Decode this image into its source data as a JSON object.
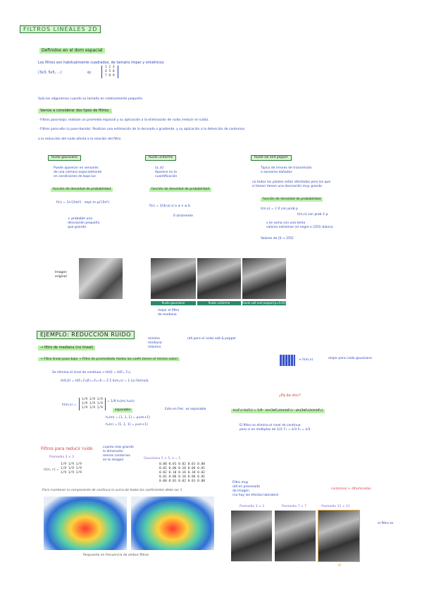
{
  "title": "FILTROS LINEALES 2D",
  "section1": {
    "heading": "Definidos en el dom espacial",
    "line1": "Los filtros son habitualmente cuadrados, de tamaño impar y simétricos",
    "sizes": "(3x3, 5x5, ...)",
    "ej": "ej:",
    "matrix": [
      "1  2  3",
      "4  5  6",
      "7  8  9"
    ],
    "note": "Solo los aligeramos cuando su tamaño es relativamente pequeño.",
    "types_heading": "Vamos a considerar dos tipos de filtros:",
    "type1": "- Filtros paso-bajo: realizan un promedio espacial y su aplicación a la eliminación de ruido (reducir el ruido).",
    "type2": "- Filtros paso-alto (o paso-banda): Realizan una estimación de la derivada o gradiente, y su aplicación a la detección de contornos",
    "type3": "o la reducción del ruido afecta a la relación del filtro"
  },
  "noise": {
    "gauss": {
      "label": "Ruido gaussiano",
      "desc": [
        "Puede aparecer en sensores",
        "de una cámara especialmente",
        "en condiciones de baja luz."
      ],
      "func": "función de densidad de probabilidad",
      "formula": "f(n) = 1/√(2πσ²) · exp(-(n-μ)²/2σ²)",
      "extra": [
        "+ probable una",
        "desviación pequeña",
        "que grande."
      ]
    },
    "uniform": {
      "label": "Ruido uniforme",
      "desc": [
        "[a, b]",
        "Aparece en la",
        "cuantificación"
      ],
      "func": "función de densidad de probabilidad",
      "formula1": "f(n) = 1/(b-a)   si a ≤ n ≤ b",
      "formula2": "0   otramente"
    },
    "salt": {
      "label": "Ruido sal and pepper",
      "desc": [
        "Típico de errores de transmisión",
        "o sensores dañados"
      ],
      "note": [
        "no todos los píxeles están afectados pero los que",
        "sí tienen tienen una desviación muy grande"
      ],
      "func": "función de densidad de probabilidad",
      "formula1": "I(m,n) = { 0   con prob p",
      "formula2": "I(m,n)   con prob 1-p",
      "extra": [
        "s se suma con una toma",
        "valores extremos (el negro o (255) blanco."
      ],
      "range": "Valores de [0 → 255]"
    }
  },
  "images": {
    "original_label": [
      "Imagen",
      "original"
    ],
    "captions": [
      "Ruido gaussiano",
      "Ruido uniforme",
      "Ruido salt and pepper(p=0.05)"
    ],
    "below": [
      "mejor el filtro",
      "de mediana"
    ]
  },
  "section2": {
    "heading": "EJEMPLO: REDUCCIÓN RUIDO",
    "medians": [
      "mínimo",
      "mediana",
      "máximo"
    ],
    "median_filter": "→ filtro de mediana (no lineal)",
    "median_note": "útil para el ruido salt & pepper",
    "lowpass": "→ Filtro lineal paso-bajo → Filtro de promediado (todos los coefs tienen el mismo valor)",
    "lowpass_eq": "≈ h(m,n)",
    "lowpass_note": "mejor para ruido gaussiano",
    "dc_note": "Se elimina el nivel de continua → H(0) = H(F₁, F₂).",
    "dc_formula": "H(0,0) = H(F₁,F₂)|F₁=F₂=0 = Σ Σ h(m,n) = 1  La Fórmula",
    "h_matrix": [
      "1/9  1/9  1/9",
      "1/9  1/9  1/9",
      "1/9  1/9  1/9"
    ],
    "h_label": "h(m,n) =",
    "h_sum": "= 1/9 h₁(m) h₂(n)",
    "separable": "separable",
    "sep_note": "Esto en frec. es separable",
    "h1": "h₁(m) = [1, 1, 1] = p₃(m+1)",
    "h2": "h₂(n) = [1, 1, 1] = p₃(n+1)",
    "sinc_q": "¿Pq da sinc?",
    "sinc_formula": "H₁(F₁) H₂(F₂) = 1/9 · sin(3πF₁)/sin(πF₁) · sin(3πF₂)/sin(πF₂)",
    "sinc_note": [
      "El filtro no elimina el nivel de continua",
      "pero si en múltiplos de 1/3:  F₁ = k/3   F₂ = k/3"
    ]
  },
  "section3": {
    "heading": "Filtros para reducir ruido",
    "avg": "Promedio 3 × 3",
    "avg_note": [
      "cuanto más grande",
      "la dimensión",
      "menos contornos",
      "en la imagen"
    ],
    "gauss": "Gaussiano 5 × 5, σ = 1",
    "h3": "h[m, n] =",
    "h3_rows": [
      "1/9  1/9  1/9",
      "1/9  1/9  1/9",
      "1/9  1/9  1/9"
    ],
    "g_rows": [
      "0.00  0.01  0.02  0.01  0.00",
      "0.01  0.06  0.10  0.06  0.01",
      "0.02  0.10  0.16  0.10  0.02",
      "0.01  0.06  0.10  0.06  0.01",
      "0.00  0.01  0.02  0.01  0.00"
    ],
    "continua": "Para mantener la componente de continua la suma de todos los coeficientes debe ser 1",
    "freq_caption": "Respuesta en frecuencia de ambos filtros",
    "right_note": [
      "Filtro muy",
      "útil en procesado",
      "de imagen",
      "(no hay los efectos laterales)"
    ],
    "red_note": "contornos + difuminados",
    "avg_labels": [
      "Promedio 3 × 3",
      "Promedio 7 × 7",
      "Promedio 11 × 11"
    ],
    "side_note": "el filtro es",
    "m_label": "M"
  },
  "colors": {
    "accent": "#2a7a3a",
    "ink": "#1f2a6b",
    "red": "#d6413a",
    "highlight": "#b8f0a8"
  }
}
